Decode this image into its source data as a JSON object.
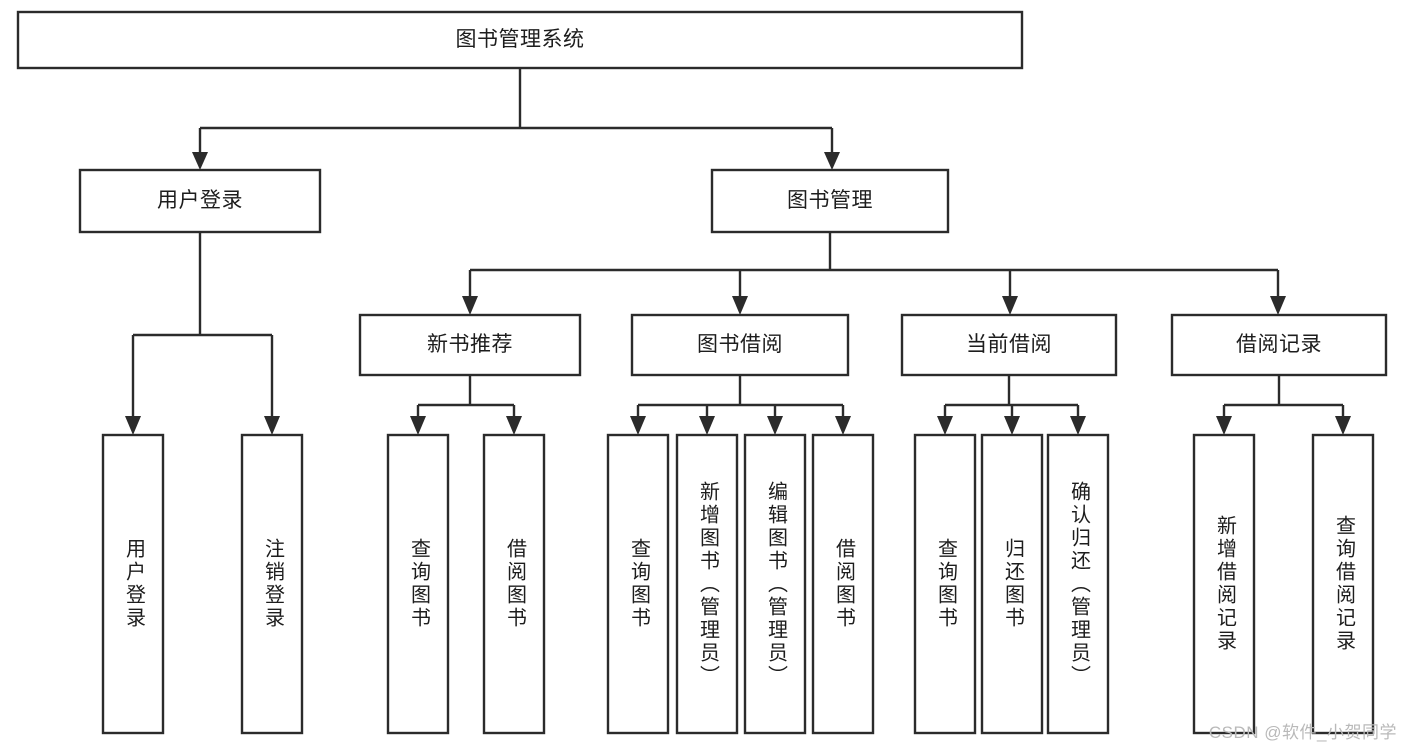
{
  "diagram": {
    "type": "tree-hierarchy",
    "title": "图书管理系统",
    "watermark": "CSDN @软件_小贺同学",
    "colors": {
      "box_stroke": "#2b2b2b",
      "box_fill": "#ffffff",
      "text": "#1d1d1d",
      "background": "#ffffff",
      "watermark": "#b9b9b9"
    },
    "levels": {
      "root": "图书管理系统",
      "level2": [
        "用户登录",
        "图书管理"
      ],
      "level3": [
        "新书推荐",
        "图书借阅",
        "当前借阅",
        "借阅记录"
      ],
      "leaves": [
        "用户登录",
        "注销登录",
        "查询图书",
        "借阅图书",
        "查询图书",
        "新增图书（管理员）",
        "编辑图书（管理员）",
        "借阅图书",
        "查询图书",
        "归还图书",
        "确认归还（管理员）",
        "新增借阅记录",
        "查询借阅记录"
      ]
    },
    "nodes": {
      "root": {
        "label": "图书管理系统"
      },
      "user_login": {
        "label": "用户登录"
      },
      "book_manage": {
        "label": "图书管理"
      },
      "new_book_rec": {
        "label": "新书推荐"
      },
      "book_borrow": {
        "label": "图书借阅"
      },
      "current_borrow": {
        "label": "当前借阅"
      },
      "borrow_record": {
        "label": "借阅记录"
      },
      "leaf_user_login": {
        "label": "用户登录"
      },
      "leaf_logout": {
        "label": "注销登录"
      },
      "leaf_query_book_1": {
        "label": "查询图书"
      },
      "leaf_borrow_book_1": {
        "label": "借阅图书"
      },
      "leaf_query_book_2": {
        "label": "查询图书"
      },
      "leaf_add_book": {
        "label": "新增图书（管理员）"
      },
      "leaf_edit_book": {
        "label": "编辑图书（管理员）"
      },
      "leaf_borrow_book_2": {
        "label": "借阅图书"
      },
      "leaf_query_book_3": {
        "label": "查询图书"
      },
      "leaf_return_book": {
        "label": "归还图书"
      },
      "leaf_confirm_return": {
        "label": "确认归还（管理员）"
      },
      "leaf_add_record": {
        "label": "新增借阅记录"
      },
      "leaf_query_record": {
        "label": "查询借阅记录"
      }
    }
  }
}
